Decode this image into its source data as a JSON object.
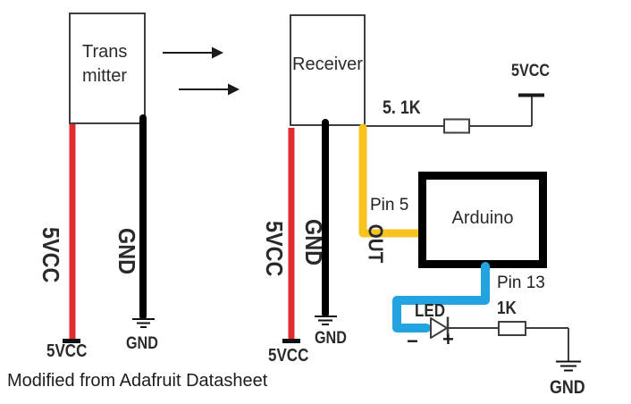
{
  "diagram": {
    "caption": "Modified from Adafruit Datasheet",
    "transmitter": {
      "line1": "Trans",
      "line2": "mitter",
      "vcc_wire_label": "5VCC",
      "gnd_wire_label": "GND",
      "vcc_terminal_label": "5VCC",
      "gnd_terminal_label": "GND"
    },
    "receiver": {
      "label": "Receiver",
      "vcc_wire_label": "5VCC",
      "gnd_wire_label": "GND",
      "out_wire_label": "OUT",
      "vcc_terminal_label": "5VCC",
      "gnd_terminal_label": "GND"
    },
    "arduino": {
      "label": "Arduino",
      "pin5_label": "Pin 5",
      "pin13_label": "Pin 13"
    },
    "pullup": {
      "resistor_value": "5. 1K",
      "vcc_label": "5VCC"
    },
    "led_circuit": {
      "led_label": "LED",
      "minus": "−",
      "plus": "+",
      "resistor_value": "1K",
      "gnd_label": "GND"
    },
    "colors": {
      "vcc_wire": "#e12b2e",
      "gnd_wire": "#000000",
      "out_wire": "#f7c31e",
      "pin13_wire": "#23a3e0",
      "line": "#3f3f3f"
    }
  }
}
